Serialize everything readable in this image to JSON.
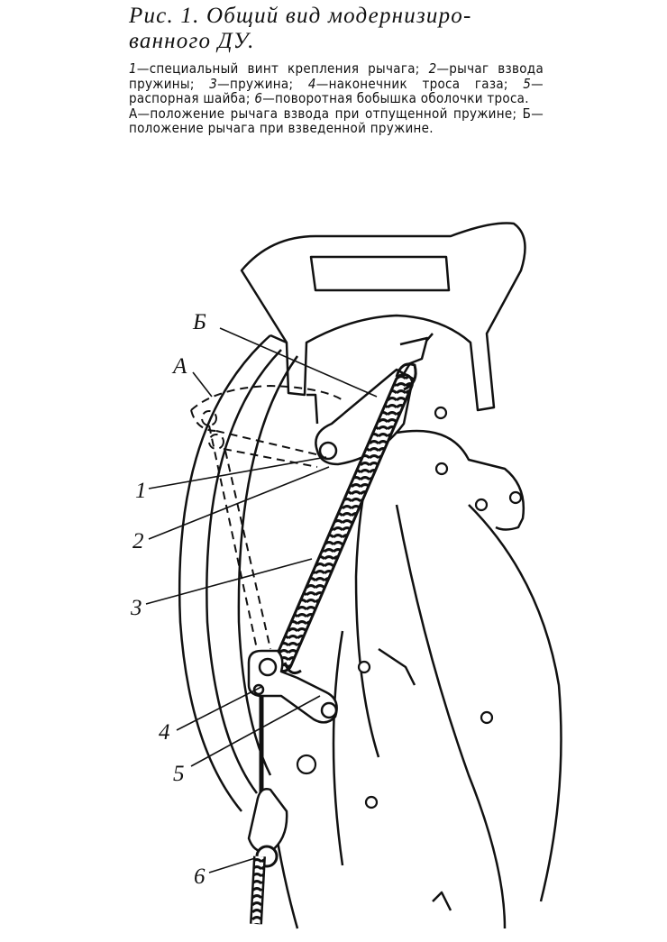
{
  "caption": {
    "title_line1": "Рис. 1. Общий вид модернизиро-",
    "title_line2": "ванного ДУ.",
    "legend": [
      {
        "num": "1",
        "text": "—специальный винт крепления рычага;"
      },
      {
        "num": "2",
        "text": "—рычаг взвода пружины;"
      },
      {
        "num": "3",
        "text": "—пружина;"
      },
      {
        "num": "4",
        "text": "—наконечник троса газа;"
      },
      {
        "num": "5",
        "text": "—распорная шайба;"
      },
      {
        "num": "6",
        "text": "—поворотная бобышка оболочки троса."
      }
    ],
    "positions_text": "А—положение рычага взвода при отпущенной пружине; Б—положение рычага при взведенной пружине."
  },
  "labels": {
    "B": "Б",
    "A": "А",
    "n1": "1",
    "n2": "2",
    "n3": "3",
    "n4": "4",
    "n5": "5",
    "n6": "6"
  }
}
